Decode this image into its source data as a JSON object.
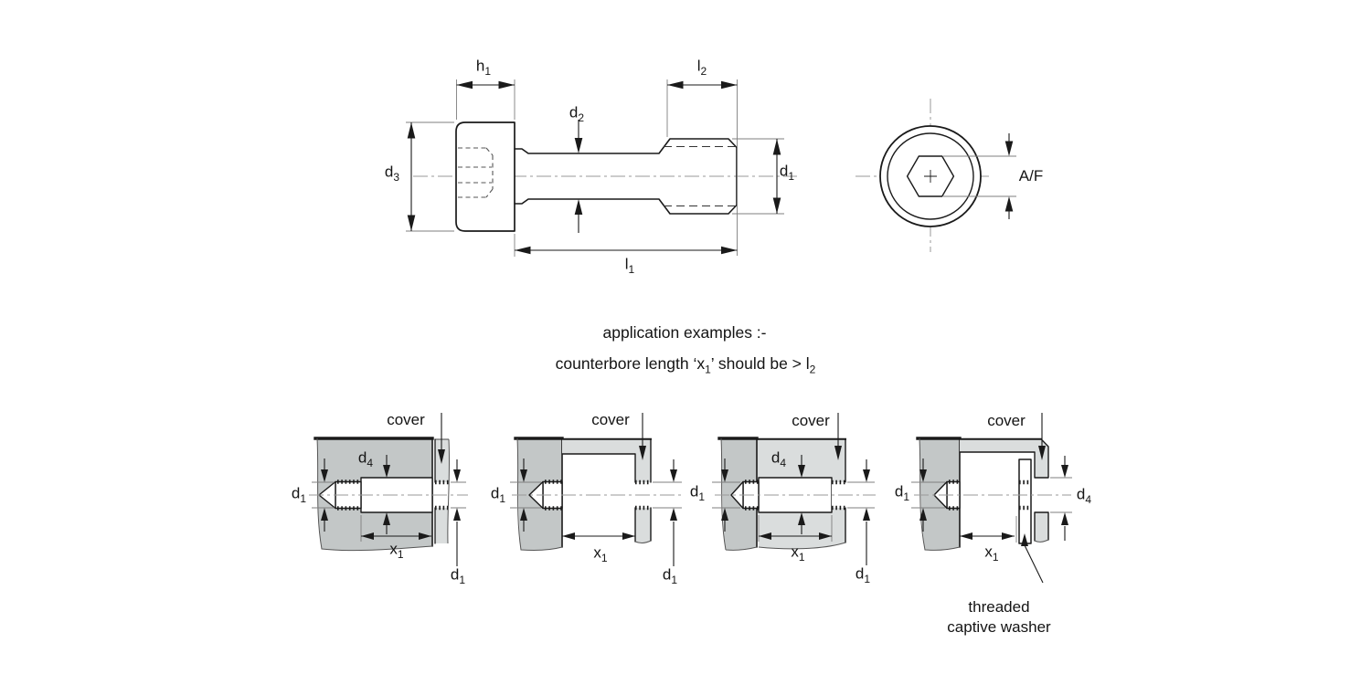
{
  "title": {
    "line1": "application examples :-",
    "line2a": "counterbore length ‘x",
    "line2a_sub": "1",
    "line2b": "’ should be  > l",
    "line2b_sub": "2"
  },
  "main_view": {
    "h1_base": "h",
    "h1_sub": "1",
    "l2_base": "l",
    "l2_sub": "2",
    "d2_base": "d",
    "d2_sub": "2",
    "d3_base": "d",
    "d3_sub": "3",
    "d1_base": "d",
    "d1_sub": "1",
    "l1_base": "l",
    "l1_sub": "1"
  },
  "end_view": {
    "af": "A/F"
  },
  "examples": [
    {
      "cover": "cover",
      "d1_left_base": "d",
      "d1_left_sub": "1",
      "d4_base": "d",
      "d4_sub": "4",
      "x1_base": "x",
      "x1_sub": "1",
      "d1_right_base": "d",
      "d1_right_sub": "1"
    },
    {
      "cover": "cover",
      "d1_left_base": "d",
      "d1_left_sub": "1",
      "x1_base": "x",
      "x1_sub": "1",
      "d1_right_base": "d",
      "d1_right_sub": "1"
    },
    {
      "cover": "cover",
      "d1_left_base": "d",
      "d1_left_sub": "1",
      "d4_base": "d",
      "d4_sub": "4",
      "x1_base": "x",
      "x1_sub": "1",
      "d1_right_base": "d",
      "d1_right_sub": "1"
    },
    {
      "cover": "cover",
      "d1_left_base": "d",
      "d1_left_sub": "1",
      "x1_base": "x",
      "x1_sub": "1",
      "d4_right_base": "d",
      "d4_right_sub": "4",
      "note_line1": "threaded",
      "note_line2": "captive washer"
    }
  ],
  "colors": {
    "line": "#1a1a1a",
    "base_fill": "#c3c7c7",
    "cover_fill": "#dadddd",
    "centerline": "#9a9a9a",
    "thin": "#7f7f7f",
    "hidden": "#555555"
  }
}
